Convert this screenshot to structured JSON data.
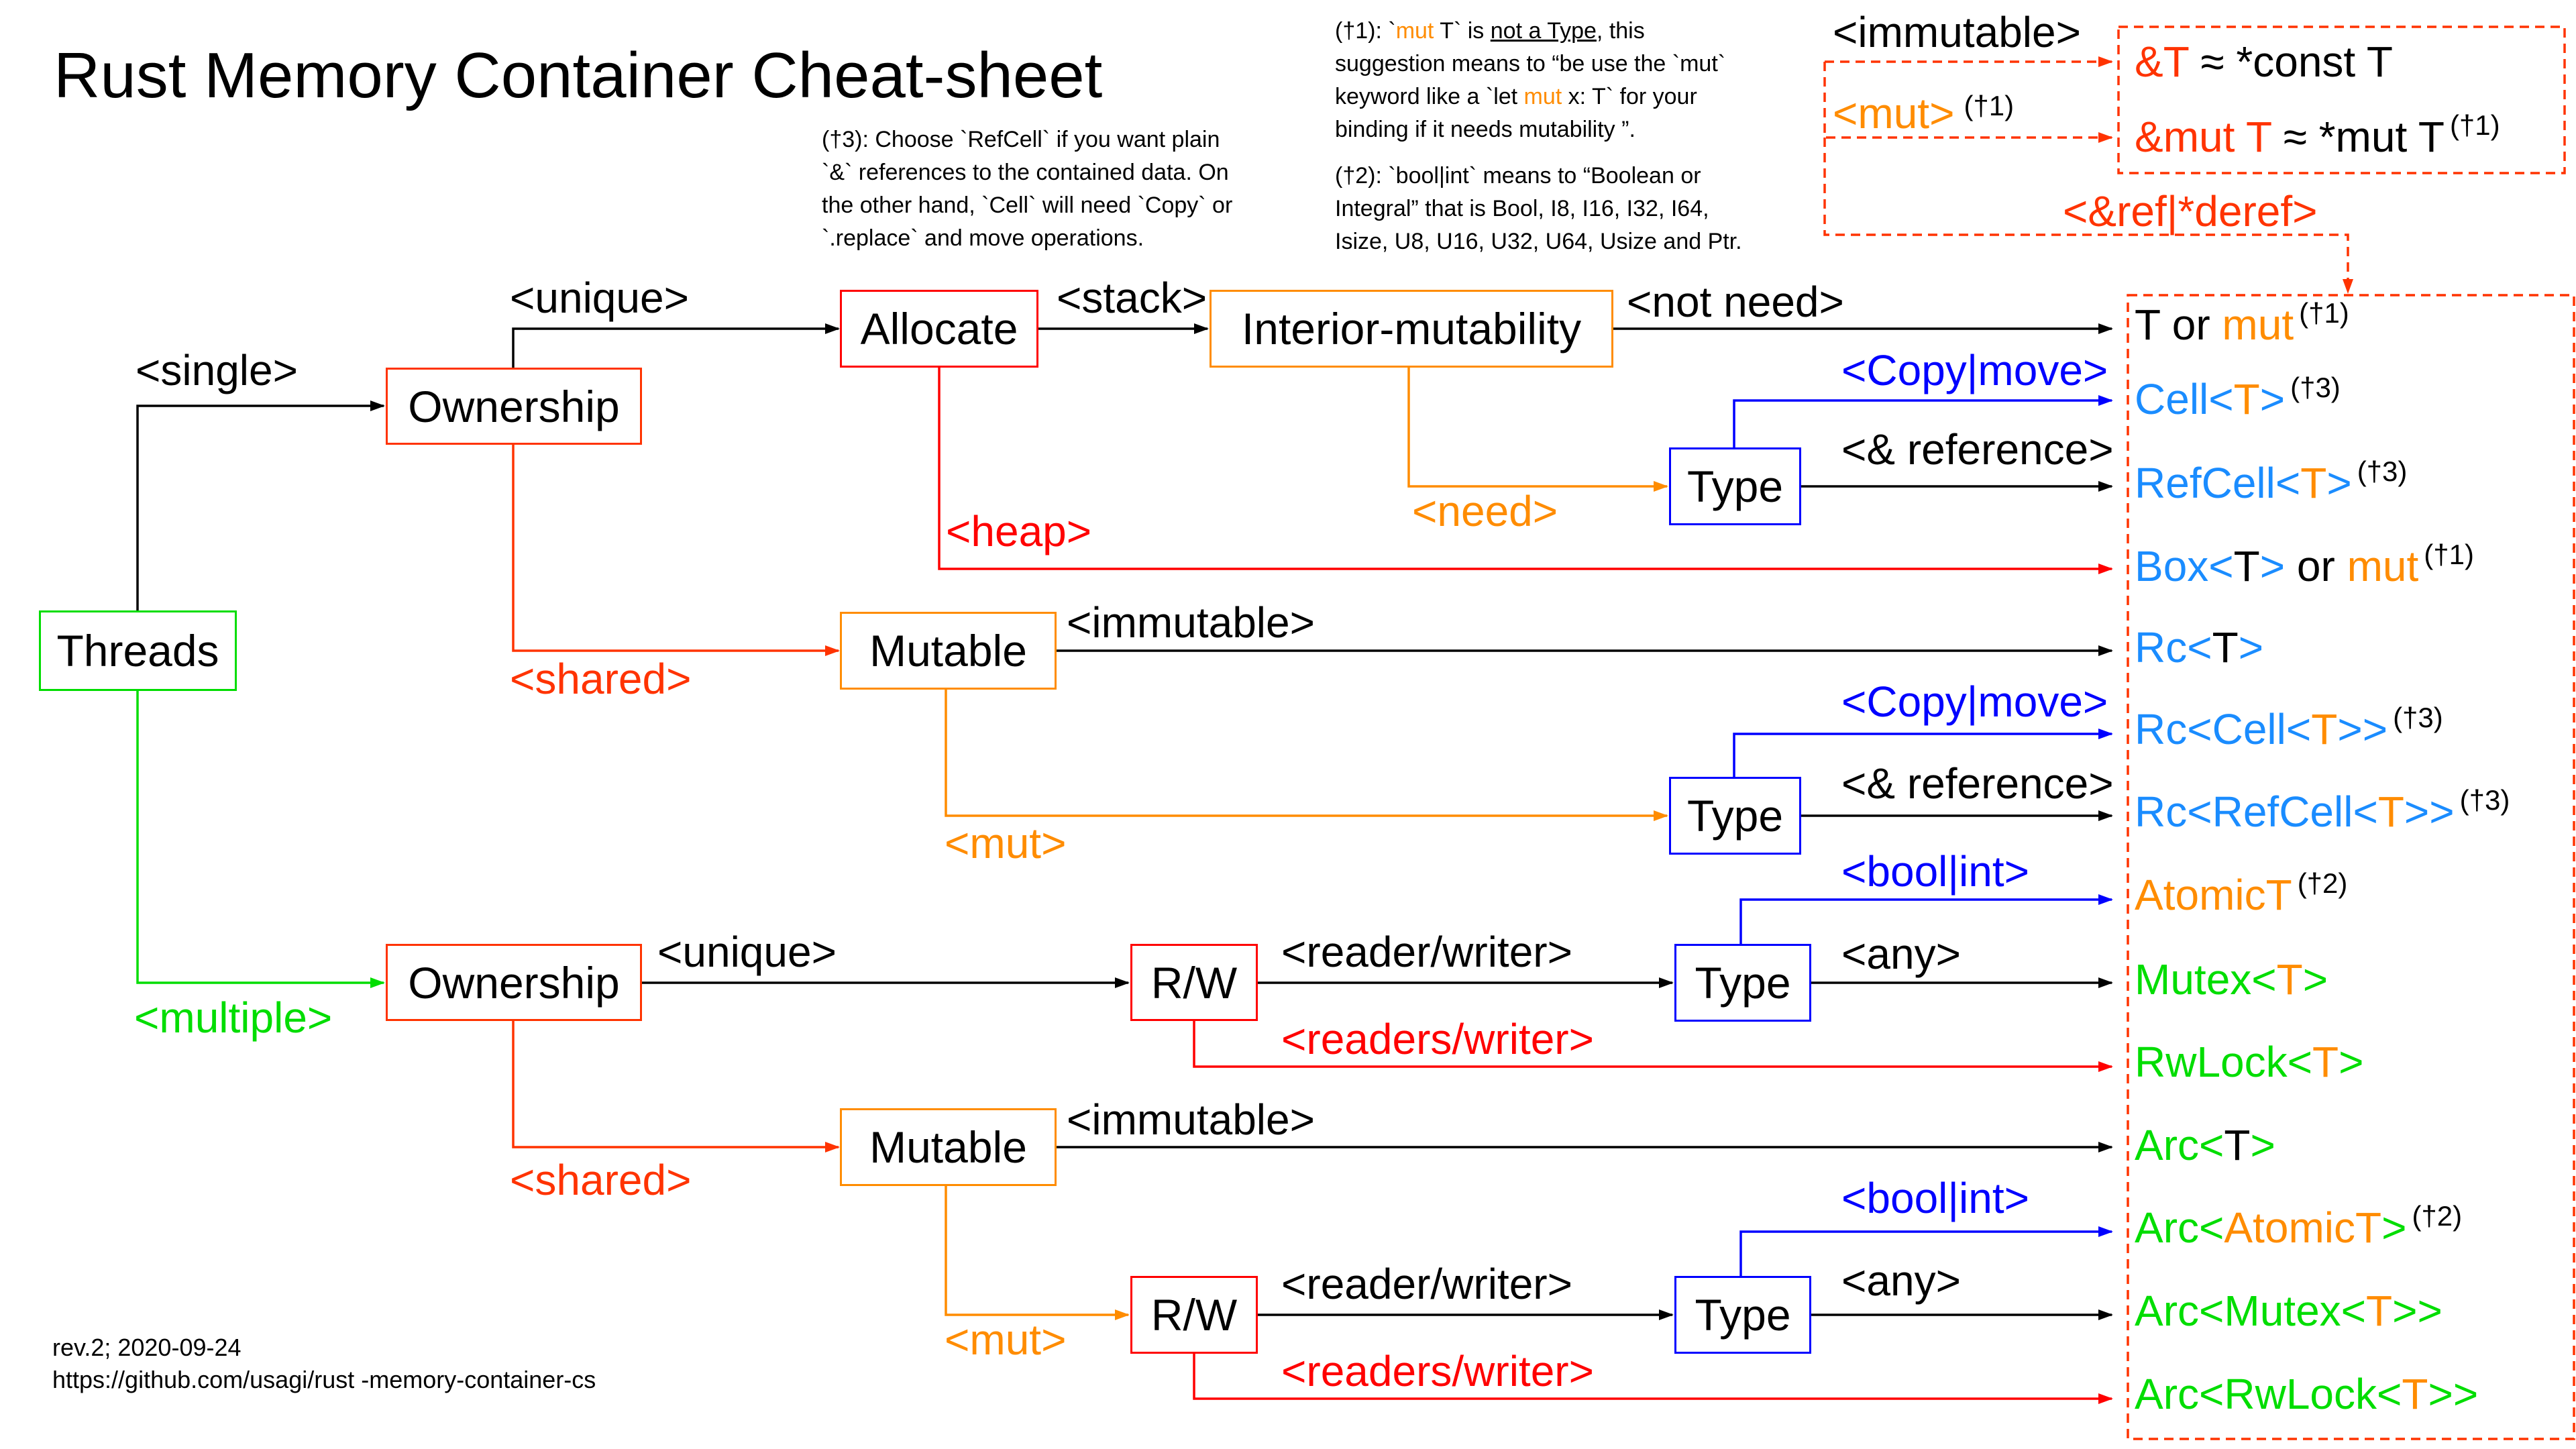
{
  "title": "Rust Memory Container Cheat-sheet",
  "colors": {
    "black": "#000000",
    "red": "#ff0000",
    "orange": "#ff8c00",
    "orange_red": "#ff3300",
    "green": "#00dd00",
    "blue": "#0000ff",
    "light_blue": "#1a8cff"
  },
  "notes": {
    "dagger1": {
      "prefix": "(†1): `",
      "keyword": "mut",
      "after_keyword": " T` is ",
      "underlined": "not a Type",
      "line1_end": ", this",
      "line2": "suggestion means to “be use the `mut`",
      "line3_prefix": "keyword like a `let ",
      "line3_keyword": "mut",
      "line3_suffix": " x: T` for your",
      "line4": "binding if it needs mutability ”."
    },
    "dagger2": [
      "(†2): `bool|int` means to “Boolean or",
      "Integral” that is Bool, I8, I16, I32, I64,",
      "Isize, U8, U16, U32, U64,  Usize and Ptr."
    ],
    "dagger3": [
      "(†3): Choose `RefCell` if you want plain",
      "`&` references to the contained data. On",
      "the other hand, `Cell` will need `Copy` or",
      "`.replace` and move operations."
    ]
  },
  "nodes": {
    "threads": "Threads",
    "ownership_single": "Ownership",
    "allocate": "Allocate",
    "interior_mutability": "Interior-mutability",
    "type_single_stack": "Type",
    "mutable_single": "Mutable",
    "type_single_shared": "Type",
    "ownership_multiple": "Ownership",
    "rw_unique": "R/W",
    "type_multi_unique": "Type",
    "mutable_multiple": "Mutable",
    "rw_shared": "R/W",
    "type_multi_shared": "Type"
  },
  "edge_labels": {
    "single": "<single>",
    "multiple": "<multiple>",
    "unique_1": "<unique>",
    "shared_1": "<shared>",
    "stack": "<stack>",
    "heap": "<heap>",
    "not_need": "<not need>",
    "need": "<need>",
    "copy_move_1": "<Copy|move>",
    "ref_1": "<& reference>",
    "immutable_1": "<immutable>",
    "mut_1": "<mut>",
    "copy_move_2": "<Copy|move>",
    "ref_2": "<& reference>",
    "unique_2": "<unique>",
    "reader_writer_1": "<reader/writer>",
    "readers_writer_1": "<readers/writer>",
    "bool_int_1": "<bool|int>",
    "any_1": "<any>",
    "shared_2": "<shared>",
    "immutable_2": "<immutable>",
    "mut_2": "<mut>",
    "reader_writer_2": "<reader/writer>",
    "readers_writer_2": "<readers/writer>",
    "bool_int_2": "<bool|int>",
    "any_2": "<any>",
    "legend_immutable": "<immutable>",
    "legend_mut": "<mut>",
    "legend_mut_sup": "(†1)",
    "legend_ref_deref": "<&ref|*deref>"
  },
  "legend": {
    "row1": {
      "a": "&T",
      "b": " ≈ *const T"
    },
    "row2": {
      "a": "&mut T",
      "b": " ≈ *mut T",
      "sup": "(†1)"
    }
  },
  "results": [
    {
      "parts": [
        [
          "T or ",
          "black"
        ],
        [
          "mut",
          "orange"
        ]
      ],
      "sup": "(†1)"
    },
    {
      "parts": [
        [
          "Cell<",
          "light_blue"
        ],
        [
          "T",
          "orange"
        ],
        [
          ">",
          "light_blue"
        ]
      ],
      "sup": "(†3)"
    },
    {
      "parts": [
        [
          "RefCell<",
          "light_blue"
        ],
        [
          "T",
          "orange"
        ],
        [
          ">",
          "light_blue"
        ]
      ],
      "sup": "(†3)"
    },
    {
      "parts": [
        [
          "Box<",
          "light_blue"
        ],
        [
          "T",
          "black"
        ],
        [
          "> ",
          "light_blue"
        ],
        [
          "or ",
          "black"
        ],
        [
          "mut",
          "orange"
        ]
      ],
      "sup": "(†1)"
    },
    {
      "parts": [
        [
          "Rc<",
          "light_blue"
        ],
        [
          "T",
          "black"
        ],
        [
          ">",
          "light_blue"
        ]
      ],
      "sup": ""
    },
    {
      "parts": [
        [
          "Rc<Cell<",
          "light_blue"
        ],
        [
          "T",
          "orange"
        ],
        [
          ">>",
          "light_blue"
        ]
      ],
      "sup": "(†3)"
    },
    {
      "parts": [
        [
          "Rc<RefCell<",
          "light_blue"
        ],
        [
          "T",
          "orange"
        ],
        [
          ">>",
          "light_blue"
        ]
      ],
      "sup": "(†3)"
    },
    {
      "parts": [
        [
          "AtomicT",
          "orange"
        ]
      ],
      "sup": "(†2)"
    },
    {
      "parts": [
        [
          "Mutex<",
          "green"
        ],
        [
          "T",
          "orange"
        ],
        [
          ">",
          "green"
        ]
      ],
      "sup": ""
    },
    {
      "parts": [
        [
          "RwLock<",
          "green"
        ],
        [
          "T",
          "orange"
        ],
        [
          ">",
          "green"
        ]
      ],
      "sup": ""
    },
    {
      "parts": [
        [
          "Arc<",
          "green"
        ],
        [
          "T",
          "black"
        ],
        [
          ">",
          "green"
        ]
      ],
      "sup": ""
    },
    {
      "parts": [
        [
          "Arc<",
          "green"
        ],
        [
          "AtomicT",
          "orange"
        ],
        [
          ">",
          "green"
        ]
      ],
      "sup": "(†2)"
    },
    {
      "parts": [
        [
          "Arc<Mutex<",
          "green"
        ],
        [
          "T",
          "orange"
        ],
        [
          ">>",
          "green"
        ]
      ],
      "sup": ""
    },
    {
      "parts": [
        [
          "Arc<RwLock<",
          "green"
        ],
        [
          "T",
          "orange"
        ],
        [
          ">>",
          "green"
        ]
      ],
      "sup": ""
    }
  ],
  "footer": {
    "rev": "rev.2; 2020-09-24",
    "url": "https://github.com/usagi/rust -memory-container-cs"
  }
}
